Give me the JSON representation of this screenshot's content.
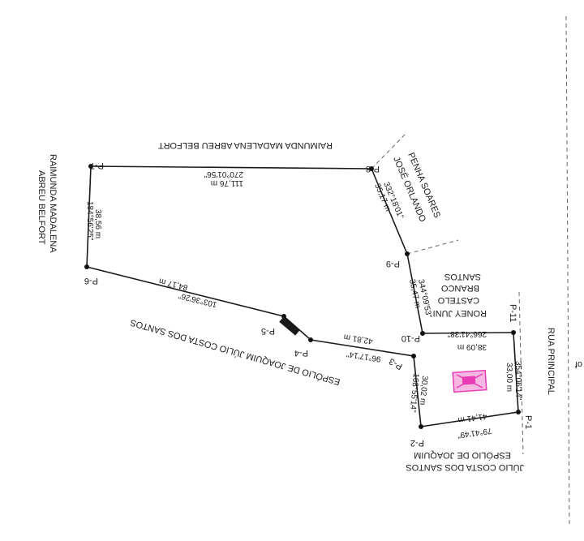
{
  "points": {
    "P1": "P-1",
    "P2": "P-2",
    "P3": "P-3",
    "P4": "P-4",
    "P5": "P-5",
    "P6": "P-6",
    "P7": "P-7",
    "P8": "P-8",
    "P9": "P-9",
    "P10": "P-10",
    "P11": "P-11"
  },
  "segments": {
    "s78_len": "111,76 m",
    "s78_ang": "270°01'56\"",
    "s76_len": "38,56 m",
    "s76_ang": "184°56'25\"",
    "s65_len": "84,17 m",
    "s65_ang": "103°36'26\"",
    "s54_len": "",
    "s54_ang": "",
    "s43_len": "42,81 m",
    "s43_ang": "96°17'14\"",
    "s32_len": "30,02 m",
    "s32_ang": "168°55'14\"",
    "s21_len": "41,41 m",
    "s21_ang": "79°41'49\"",
    "s111_len": "33,00 m",
    "s111_ang": "354°06'14\"",
    "s1110_len": "38,09 m",
    "s1110_ang": "266°41'38\"",
    "s109_len": "35,47 m",
    "s109_ang": "344°09'53\"",
    "s98_len": "35,17 m",
    "s98_ang": "332°18'01\""
  },
  "neighbors": {
    "top": "RAIMUNDA MADALENA ABREU BELFORT",
    "left_line1": "RAIMUNDA MADALENA",
    "left_line2": "ABREU BELFORT",
    "center": "ESPÓLIO DE JOAQUIM JÚLIO COSTA DOS SANTOS",
    "right_top_line1": "JOSÉ ORLANDO",
    "right_top_line2": "PENHA SOARES",
    "right_mid_line1": "RONEY JUNI",
    "right_mid_line2": "CASTELO",
    "right_mid_line3": "BRANCO",
    "right_mid_line4": "SANTOS",
    "bottom_line1": "ESPÓLIO DE JOAQUIM",
    "bottom_line2": "JÚLIO COSTA DOS SANTOS",
    "road": "RUA PRINCIPAL",
    "edge_fragment": "of"
  },
  "colors": {
    "line": "#1a1a1a",
    "vertex": "#111111",
    "building": "#e83ab4",
    "dashed": "#666666"
  }
}
